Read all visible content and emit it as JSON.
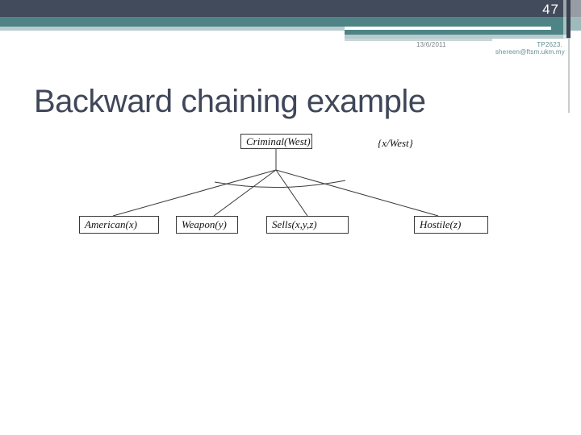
{
  "slide": {
    "number": "47",
    "date": "13/6/2011",
    "course": "TP2623.",
    "email": "shereen@ftsm.ukm.my",
    "title": "Backward chaining example"
  },
  "diagram": {
    "root": {
      "label": "Criminal(West)"
    },
    "substitution": "{x/West}",
    "children": [
      {
        "label": "American(x)"
      },
      {
        "label": "Weapon(y)"
      },
      {
        "label": "Sells(x,y,z)"
      },
      {
        "label": "Hostile(z)"
      }
    ]
  },
  "colors": {
    "dark_band": "#424B5B",
    "teal_band": "#4F8486",
    "pale_band": "#B9CCCE",
    "title_text": "#3F4759",
    "footer_text": "#628E93",
    "date_text": "#7A8084",
    "line_color": "#3a3a3a"
  }
}
